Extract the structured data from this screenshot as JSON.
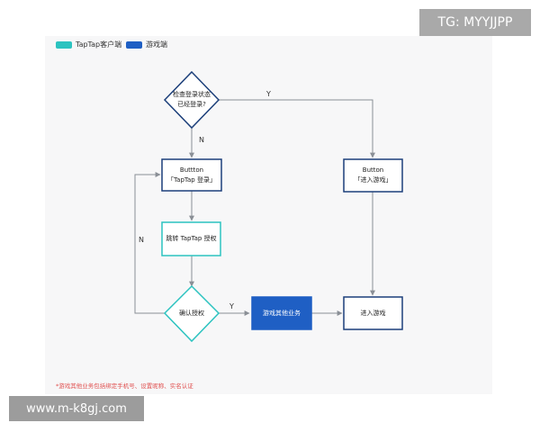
{
  "legend": [
    {
      "label": "TapTap客户端",
      "color": "#2cc3c0"
    },
    {
      "label": "游戏端",
      "color": "#1f5fc4"
    }
  ],
  "nodes": {
    "check_login": {
      "line1": "检查登录状态",
      "line2": "已经登录?"
    },
    "button_taptap": {
      "line1": "Buttton",
      "line2": "「TapTap 登录」"
    },
    "button_enter": {
      "line1": "Button",
      "line2": "「进入游戏」"
    },
    "jump_auth": {
      "text": "跳转 TapTap 授权"
    },
    "confirm_auth": {
      "text": "确认授权"
    },
    "other_business": {
      "text": "游戏其他业务"
    },
    "enter_game": {
      "text": "进入游戏"
    }
  },
  "edges": {
    "yes_top": "Y",
    "no_top": "N",
    "no_loop": "N",
    "yes_confirm": "Y"
  },
  "note": "*游戏其他业务包括绑定手机号、设置昵称、实名认证",
  "watermarks": {
    "top_right": "TG: MYYJJPP",
    "bottom_left": "www.m-k8gj.com"
  },
  "colors": {
    "navy": "#1c3f7a",
    "teal": "#2cc3c0",
    "blue_fill": "#1f5fc4",
    "line": "#8a8f96"
  }
}
